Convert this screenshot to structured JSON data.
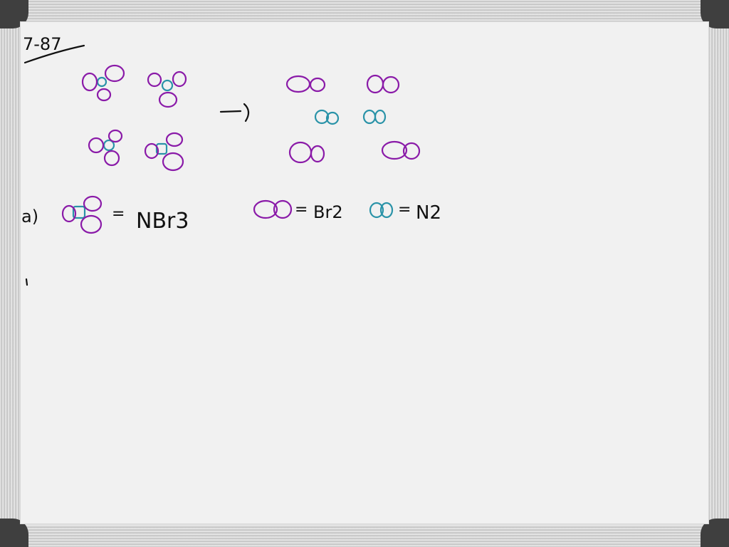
{
  "board": {
    "problem_number": "7-87",
    "part_label": "a)",
    "equals_sign": "=",
    "formula_nbr3": "NBr3",
    "formula_br2": "Br2",
    "formula_n2": "N2",
    "colors": {
      "ink": "#111111",
      "bromine": "#8a1aa8",
      "nitrogen": "#2a93a8",
      "board": "#f1f1f1"
    }
  }
}
